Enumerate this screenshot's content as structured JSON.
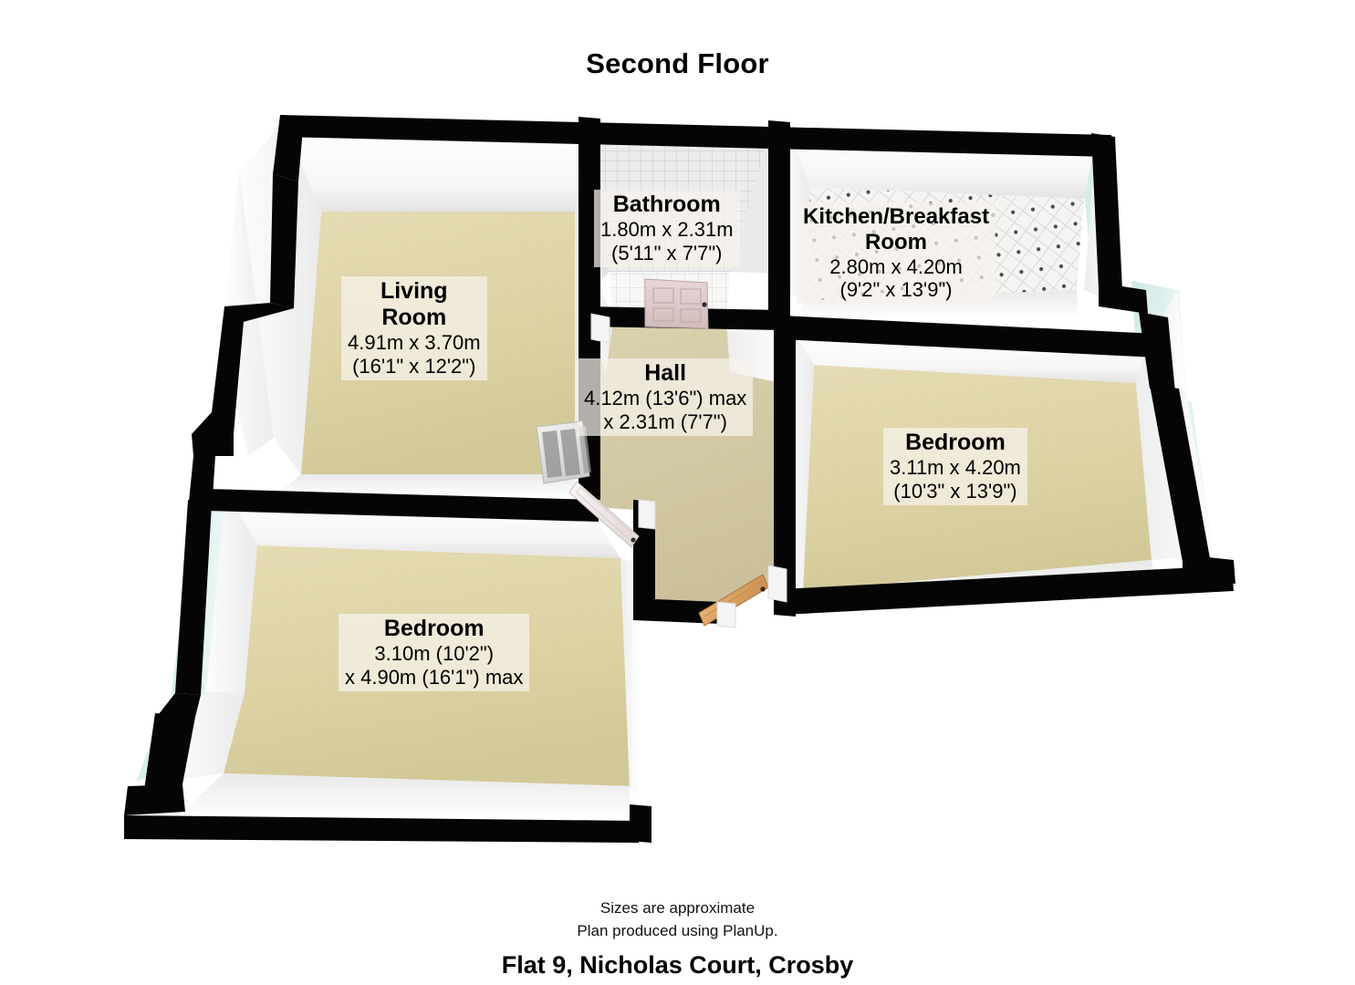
{
  "title": "Second Floor",
  "address": "Flat 9, Nicholas Court, Crosby",
  "footer": {
    "line1": "Sizes are approximate",
    "line2": "Plan produced using PlanUp."
  },
  "colors": {
    "wall_outline": "#000000",
    "wall_face": "#ffffff",
    "carpet": "#ddd3a6",
    "hall_carpet": "#cfc6a4",
    "tile_white": "#f2f2f2",
    "glass": "#d8eeec",
    "door_wood": "#e2a96a",
    "door_white": "#f0e8e8",
    "label_bg": "#f6f3eb"
  },
  "rooms": [
    {
      "key": "living",
      "name": "Living Room",
      "name_lines": [
        "Living",
        "Room"
      ],
      "metric": "4.91m x 3.70m",
      "imperial": "(16'1\" x 12'2\")",
      "floor": "carpet"
    },
    {
      "key": "bathroom",
      "name": "Bathroom",
      "name_lines": [
        "Bathroom"
      ],
      "metric": "1.80m x 2.31m",
      "imperial": "(5'11\" x 7'7\")",
      "floor": "tile"
    },
    {
      "key": "kitchen",
      "name": "Kitchen/Breakfast Room",
      "name_lines": [
        "Kitchen/Breakfast",
        "Room"
      ],
      "metric": "2.80m x 4.20m",
      "imperial": "(9'2\" x 13'9\")",
      "floor": "dotted-tile"
    },
    {
      "key": "hall",
      "name": "Hall",
      "name_lines": [
        "Hall"
      ],
      "metric": "4.12m (13'6\") max",
      "imperial": "x 2.31m (7'7\")",
      "floor": "carpet"
    },
    {
      "key": "bedroom-right",
      "name": "Bedroom",
      "name_lines": [
        "Bedroom"
      ],
      "metric": "3.11m x 4.20m",
      "imperial": "(10'3\" x 13'9\")",
      "floor": "carpet"
    },
    {
      "key": "bedroom-bottom",
      "name": "Bedroom",
      "name_lines": [
        "Bedroom"
      ],
      "metric": "3.10m (10'2\")",
      "imperial": "x 4.90m (16'1\") max",
      "floor": "carpet"
    }
  ],
  "fixtures": [
    {
      "name": "bathroom-door",
      "type": "door",
      "style": "white-panel"
    },
    {
      "name": "bedroom-bottom-door",
      "type": "door",
      "style": "white-panel"
    },
    {
      "name": "entry-door",
      "type": "door",
      "style": "wood"
    },
    {
      "name": "living-room-radiator",
      "type": "radiator"
    },
    {
      "name": "living-room-bay-window",
      "type": "window"
    },
    {
      "name": "bedroom-bottom-bay-window",
      "type": "window"
    },
    {
      "name": "bedroom-right-bay-window",
      "type": "window"
    },
    {
      "name": "kitchen-window",
      "type": "window"
    }
  ]
}
